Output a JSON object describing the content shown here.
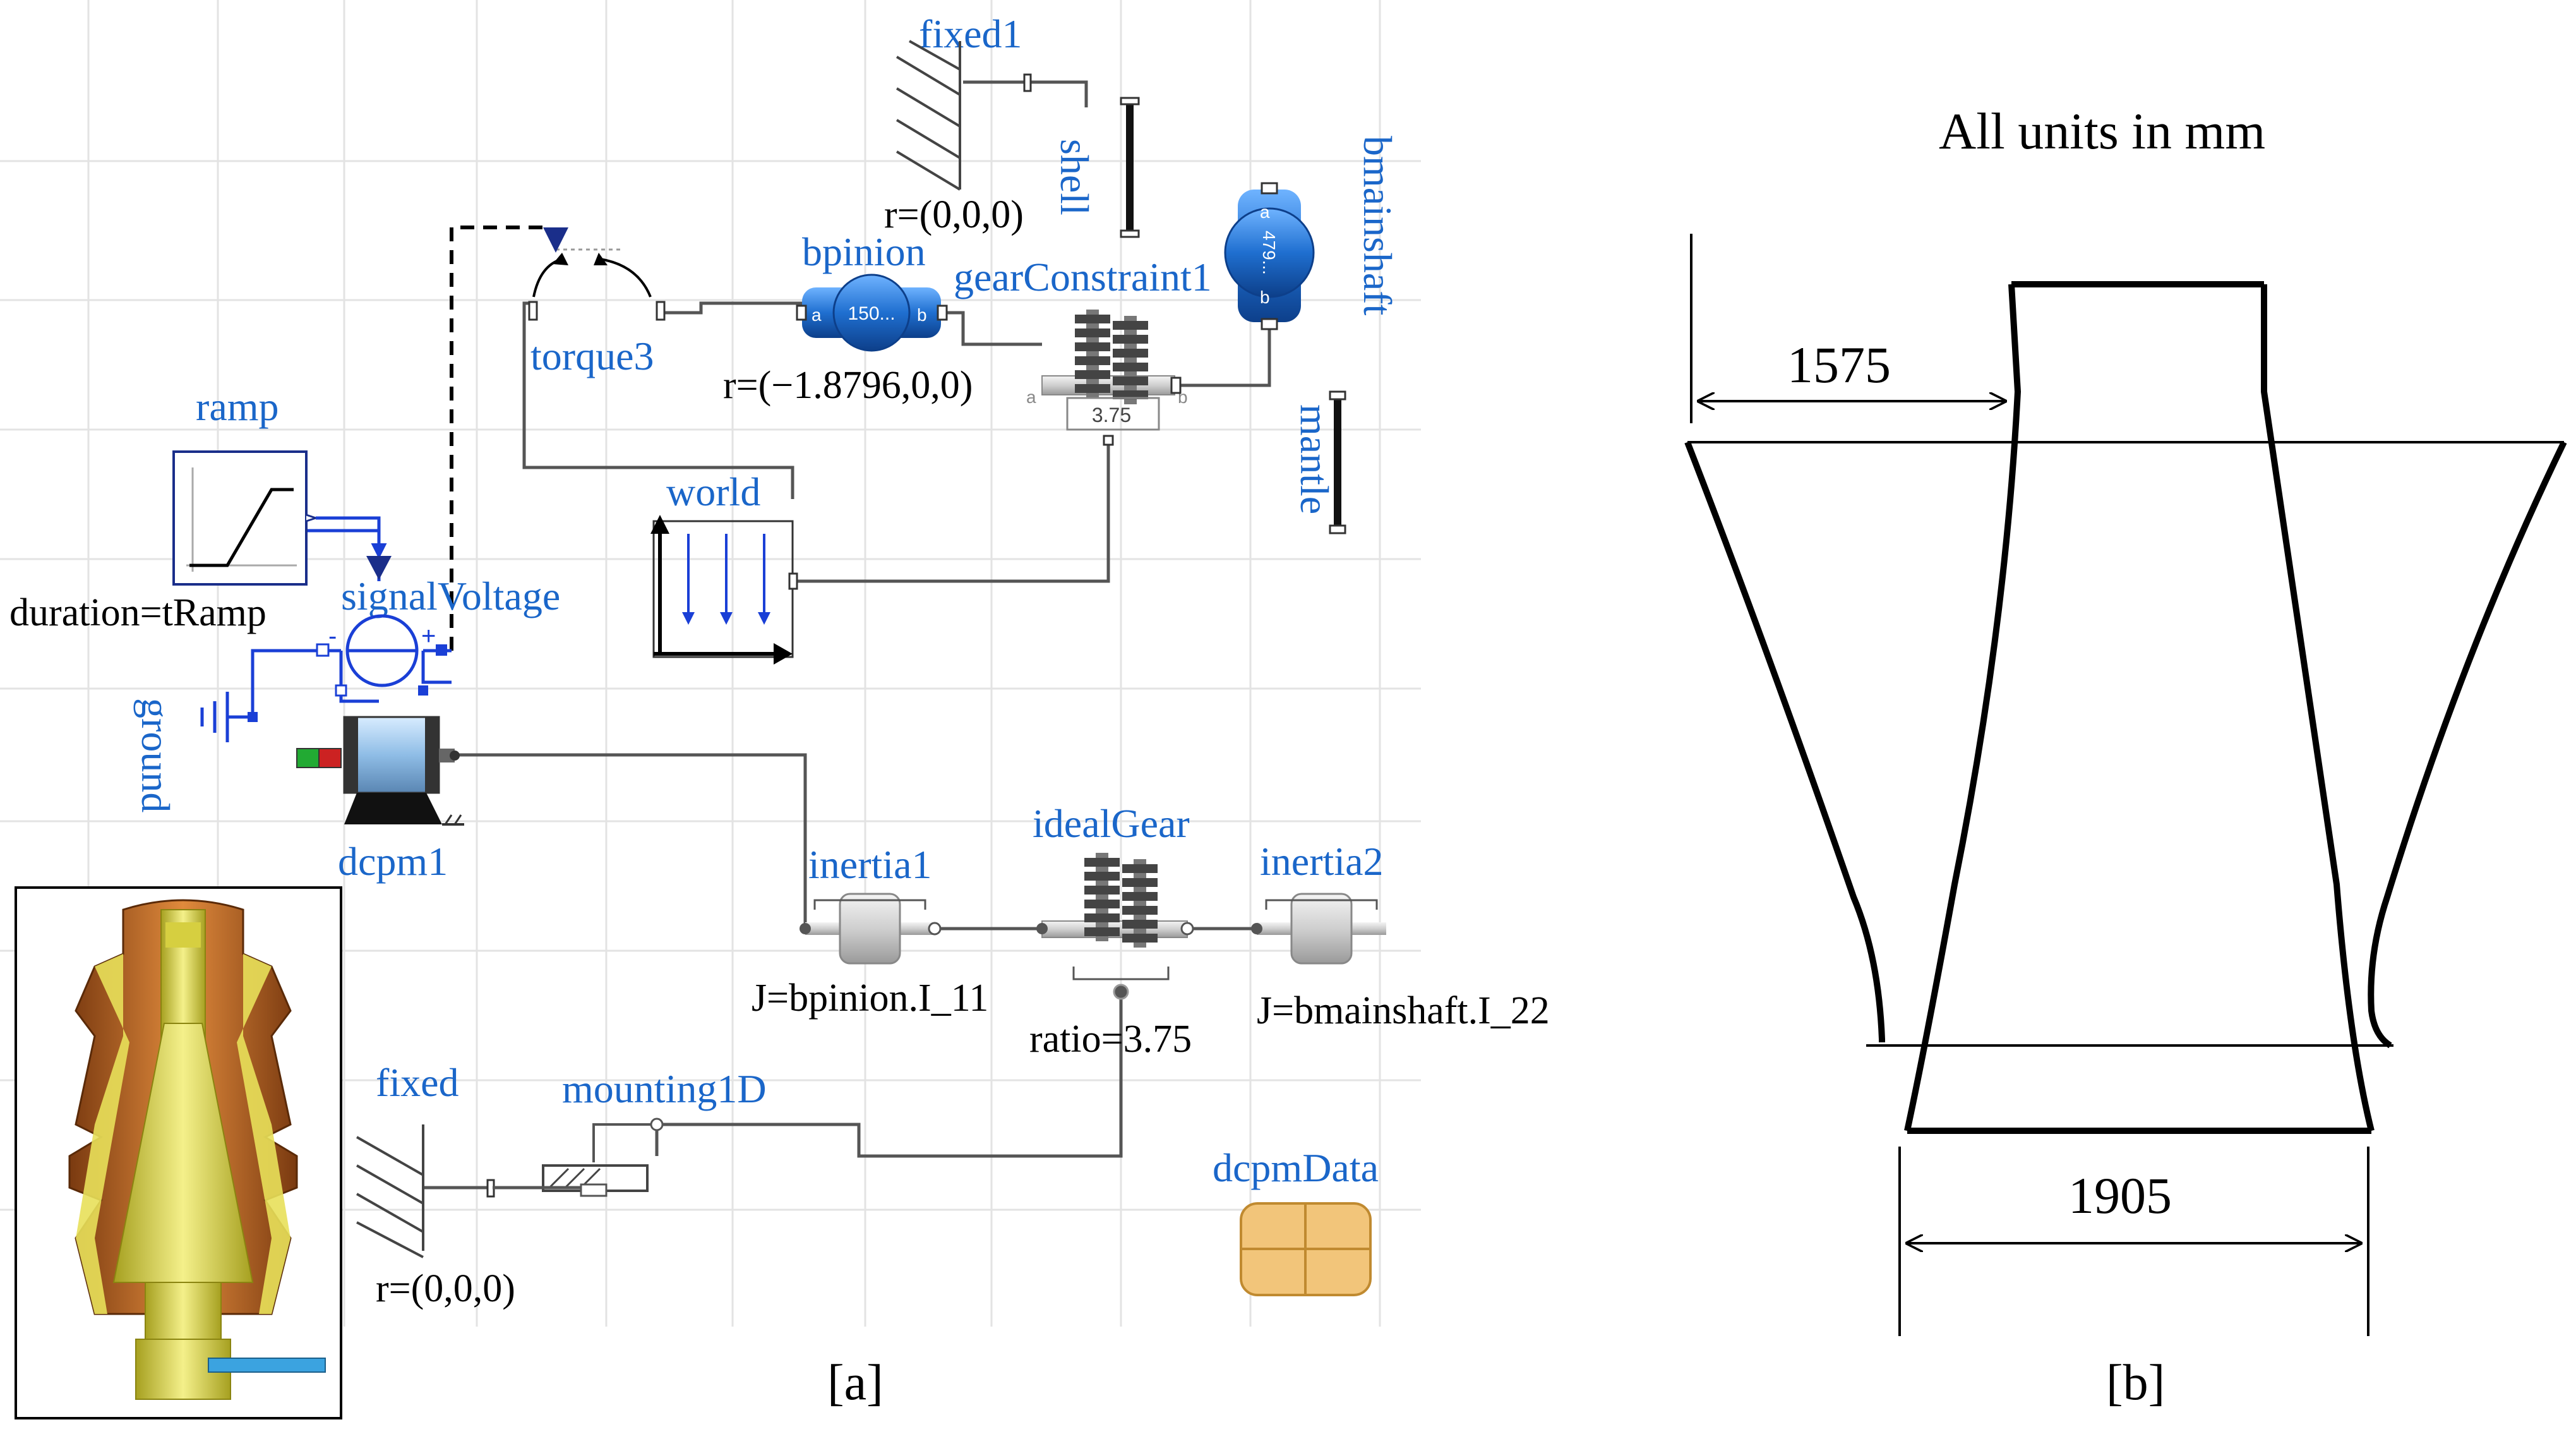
{
  "panel_a": {
    "caption": "[a]",
    "components": {
      "fixed1": "fixed1",
      "fixed1_r": "r=(0,0,0)",
      "shell": "shell",
      "bmainshaft": "bmainshaft",
      "bmainshaft_badge": "479...",
      "bpinion": "bpinion",
      "bpinion_badge": "150...",
      "bpinion_r": "r=(−1.8796,0,0)",
      "gear_constraint": "gearConstraint1",
      "gear_constraint_ratio": "3.75",
      "torque": "torque3",
      "mantle": "mantle",
      "ramp": "ramp",
      "ramp_duration": "duration=tRamp",
      "signal_voltage": "signalVoltage",
      "world": "world",
      "ground": "ground",
      "dcpm": "dcpm1",
      "inertia1": "inertia1",
      "inertia1_j": "J=bpinion.I_11",
      "ideal_gear": "idealGear",
      "ideal_gear_ratio": "ratio=3.75",
      "inertia2": "inertia2",
      "inertia2_j": "J=bmainshaft.I_22",
      "fixed": "fixed",
      "fixed_r": "r=(0,0,0)",
      "mounting": "mounting1D",
      "dcpm_data": "dcpmData",
      "port_a": "a",
      "port_b": "b",
      "sign_minus": "-",
      "sign_plus": "+"
    }
  },
  "panel_b": {
    "caption": "[b]",
    "title": "All units in mm",
    "dim_top": "1575",
    "dim_bottom": "1905"
  },
  "colors": {
    "label_blue": "#1a66c9",
    "wire": "#555555",
    "body_blue": "#1f6fd0",
    "cad_orange": "#c8641e",
    "cad_yellow": "#e8e05a"
  },
  "icons": [
    "fixed-hatch-icon",
    "gear-icon",
    "inertia-icon",
    "voltage-source-icon",
    "motor-icon",
    "ground-icon",
    "world-frame-icon",
    "ramp-icon",
    "record-icon",
    "crusher-cad-icon"
  ]
}
